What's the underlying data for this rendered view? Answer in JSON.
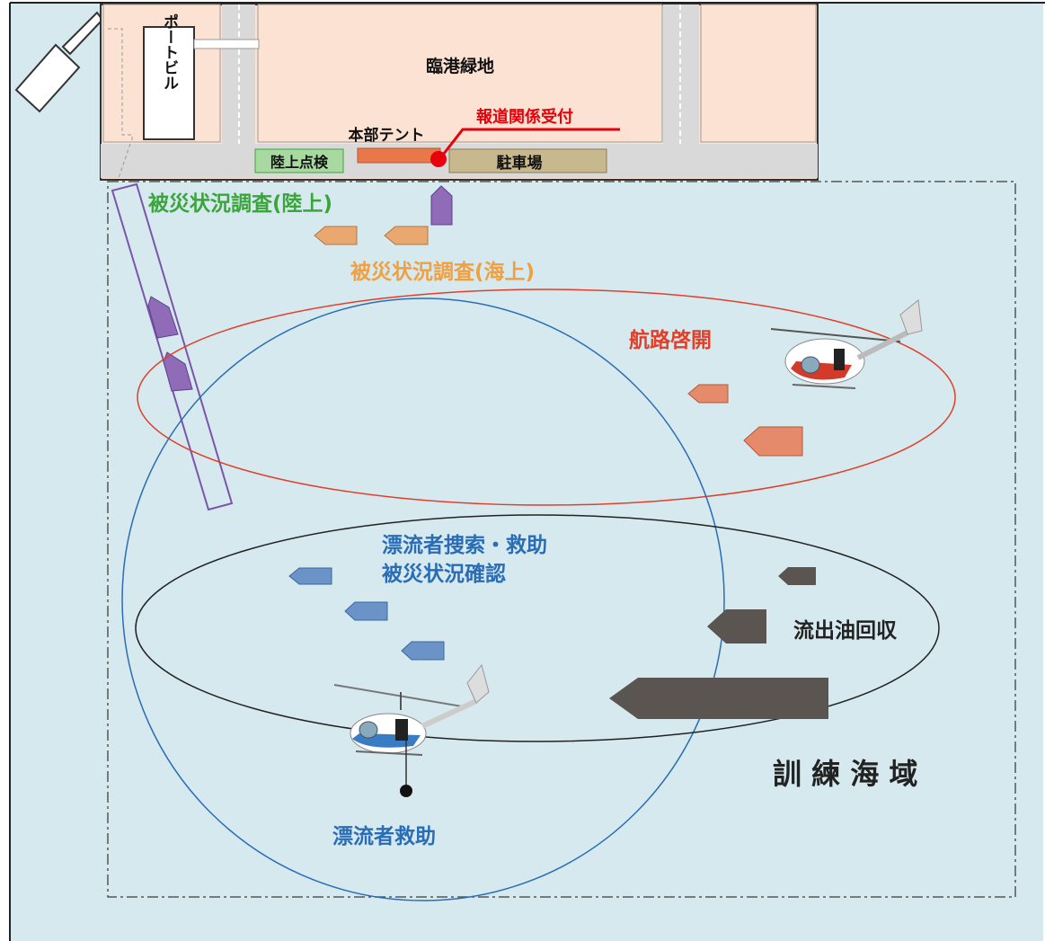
{
  "labels": {
    "port_building": "ポートビル",
    "park": "臨港緑地",
    "hq_tent": "本部テント",
    "press_reception": "報道関係受付",
    "land_inspection": "陸上点検",
    "parking": "駐車場",
    "damage_survey_land": "被災状況調査(陸上)",
    "damage_survey_sea": "被災状況調査(海上)",
    "channel_opening": "航路啓開",
    "drifter_search_line1": "漂流者捜索・救助",
    "drifter_search_line2": "被災状況確認",
    "oil_recovery": "流出油回収",
    "drifter_rescue": "漂流者救助",
    "training_area": "訓 練 海 域"
  },
  "colors": {
    "sea": "#d6e9ef",
    "land": "#fbe2d3",
    "road": "#d9d9d9",
    "survey_land": "#3aa53a",
    "survey_sea": "#f0a040",
    "channel": "#e0402a",
    "rescue": "#2a6db5",
    "oil": "#333333",
    "press": "#e8000b",
    "purple": "#7a55a8",
    "orange_boat": "#e8a870",
    "red_boat": "#e58a6a",
    "blue_boat": "#6b93c8",
    "grey_boat": "#5a5550"
  }
}
